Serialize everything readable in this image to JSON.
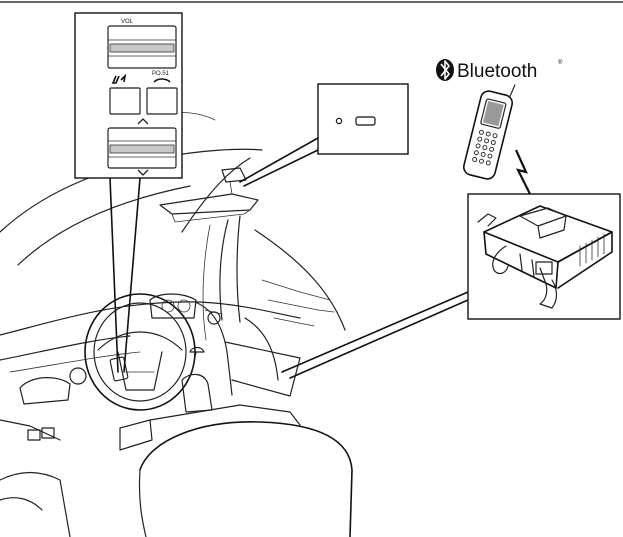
{
  "switch_panel": {
    "vol_label": "VOL",
    "talk_icon": "phone-talk-icon",
    "hangup_label": "PO.51",
    "hangup_icon": "phone-hangup-icon",
    "up_icon": "chevron-up-icon",
    "down_icon": "chevron-down-icon"
  },
  "microphone_callout": {
    "icon": "microphone-icon"
  },
  "bluetooth": {
    "logo_icon": "bluetooth-icon",
    "label": "Bluetooth",
    "registered_mark": "®"
  },
  "devices": {
    "phone_icon": "cellular-phone-icon",
    "control_unit_icon": "bluetooth-control-unit-icon"
  },
  "colors": {
    "line": "#222222",
    "background": "#ffffff"
  }
}
